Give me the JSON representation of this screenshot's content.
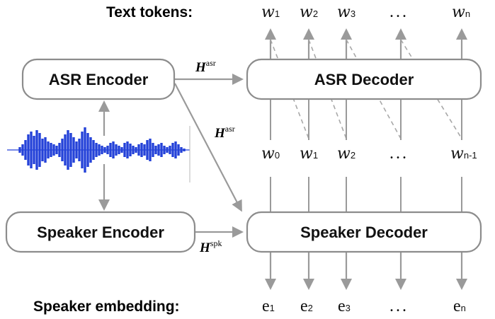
{
  "labels": {
    "text_tokens": "Text tokens:",
    "speaker_embedding": "Speaker embedding:"
  },
  "blocks": {
    "asr_encoder": "ASR Encoder",
    "asr_decoder": "ASR Decoder",
    "speaker_encoder": "Speaker Encoder",
    "speaker_decoder": "Speaker Decoder"
  },
  "hidden_states": {
    "symbol": "H",
    "asr_sup": "asr",
    "spk_sup": "spk"
  },
  "output_tokens": [
    {
      "base": "w",
      "sub": "1"
    },
    {
      "base": "w",
      "sub": "2"
    },
    {
      "base": "w",
      "sub": "3"
    },
    {
      "base": "w",
      "sub": "n"
    }
  ],
  "input_tokens": [
    {
      "base": "w",
      "sub": "0"
    },
    {
      "base": "w",
      "sub": "1"
    },
    {
      "base": "w",
      "sub": "2"
    },
    {
      "base": "w",
      "sub": "n-1"
    }
  ],
  "embeddings": [
    {
      "base": "e",
      "sub": "1"
    },
    {
      "base": "e",
      "sub": "2"
    },
    {
      "base": "e",
      "sub": "3"
    },
    {
      "base": "e",
      "sub": "n"
    }
  ],
  "ellipsis": "...",
  "colors": {
    "waveform": "#2442d8",
    "arrow": "#9a9a9a",
    "box_border": "#8c8c8c"
  }
}
